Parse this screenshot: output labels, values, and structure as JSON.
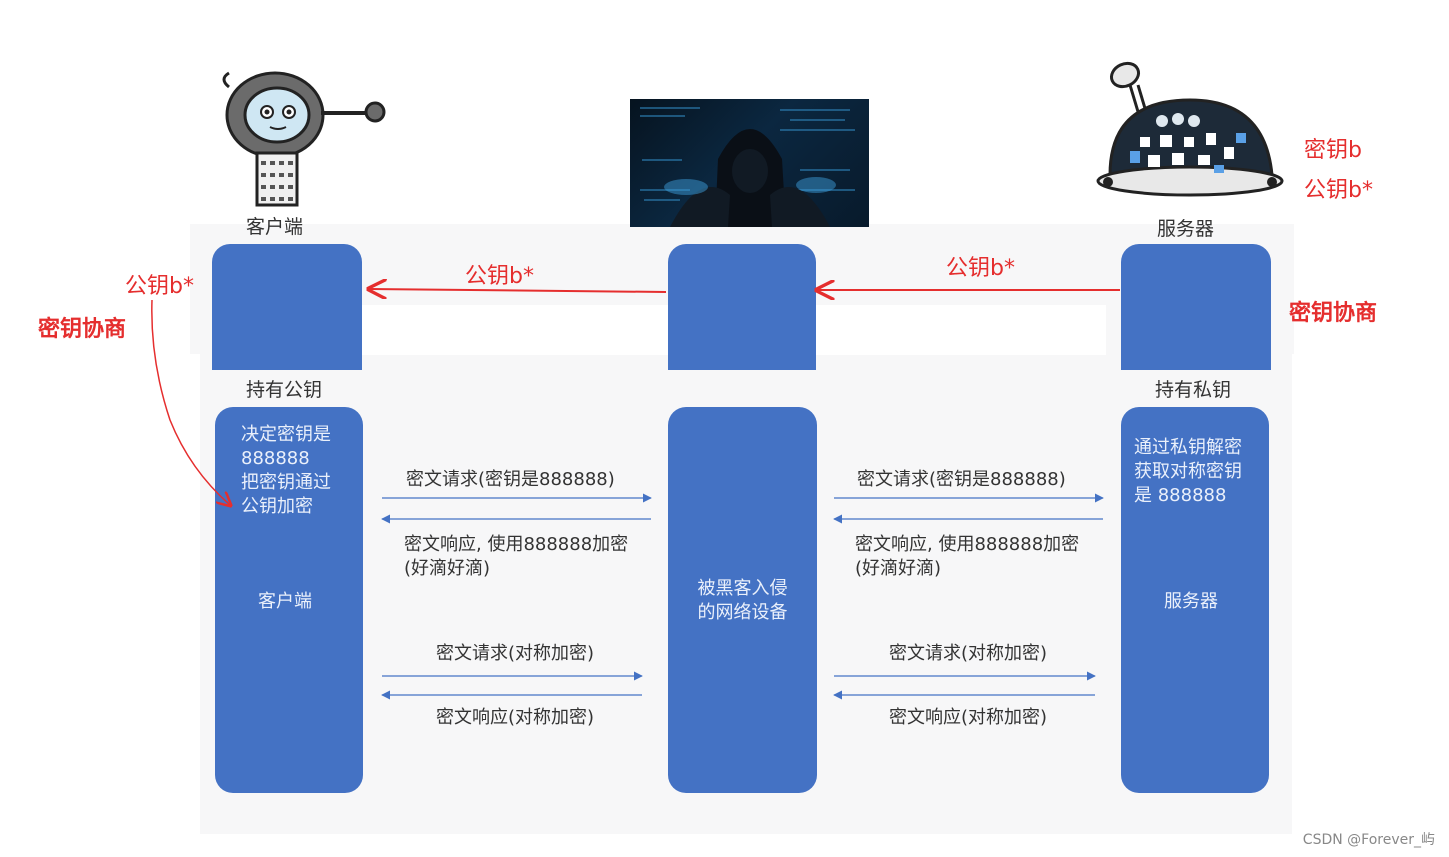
{
  "actors": {
    "client_title": "客户端",
    "server_title": "服务器",
    "client_holds": "持有公钥",
    "server_holds": "持有私钥"
  },
  "client_box": {
    "lines": [
      "决定密钥是",
      "888888",
      "把密钥通过",
      "公钥加密"
    ],
    "name": "客户端"
  },
  "middle_box": {
    "lines": [
      "被黑客入侵",
      "的网络设备"
    ]
  },
  "server_box": {
    "lines": [
      "通过私钥解密",
      "获取对称密钥",
      "是 888888"
    ],
    "name": "服务器"
  },
  "annotations": {
    "server_private_key": "密钥b",
    "server_public_key": "公钥b*",
    "server_to_middle_key": "公钥b*",
    "middle_to_client_key": "公钥b*",
    "client_side_key": "公钥b*",
    "client_negotiation": "密钥协商",
    "server_negotiation": "密钥协商"
  },
  "left_messages": {
    "req1": "密文请求(密钥是888888)",
    "resp1_line1": "密文响应, 使用888888加密",
    "resp1_line2": "(好滴好滴)",
    "req2": "密文请求(对称加密)",
    "resp2": "密文响应(对称加密)"
  },
  "right_messages": {
    "req1": "密文请求(密钥是888888)",
    "resp1_line1": "密文响应, 使用888888加密",
    "resp1_line2": "(好滴好滴)",
    "req2": "密文请求(对称加密)",
    "resp2": "密文响应(对称加密)"
  },
  "watermark": "CSDN @Forever_屿",
  "colors": {
    "pillar": "#4472c4",
    "annotation_red": "#e52e2e",
    "arrow_blue": "#4472c4"
  },
  "icons": [
    "robot-client-icon",
    "hacker-image",
    "robot-server-icon"
  ]
}
